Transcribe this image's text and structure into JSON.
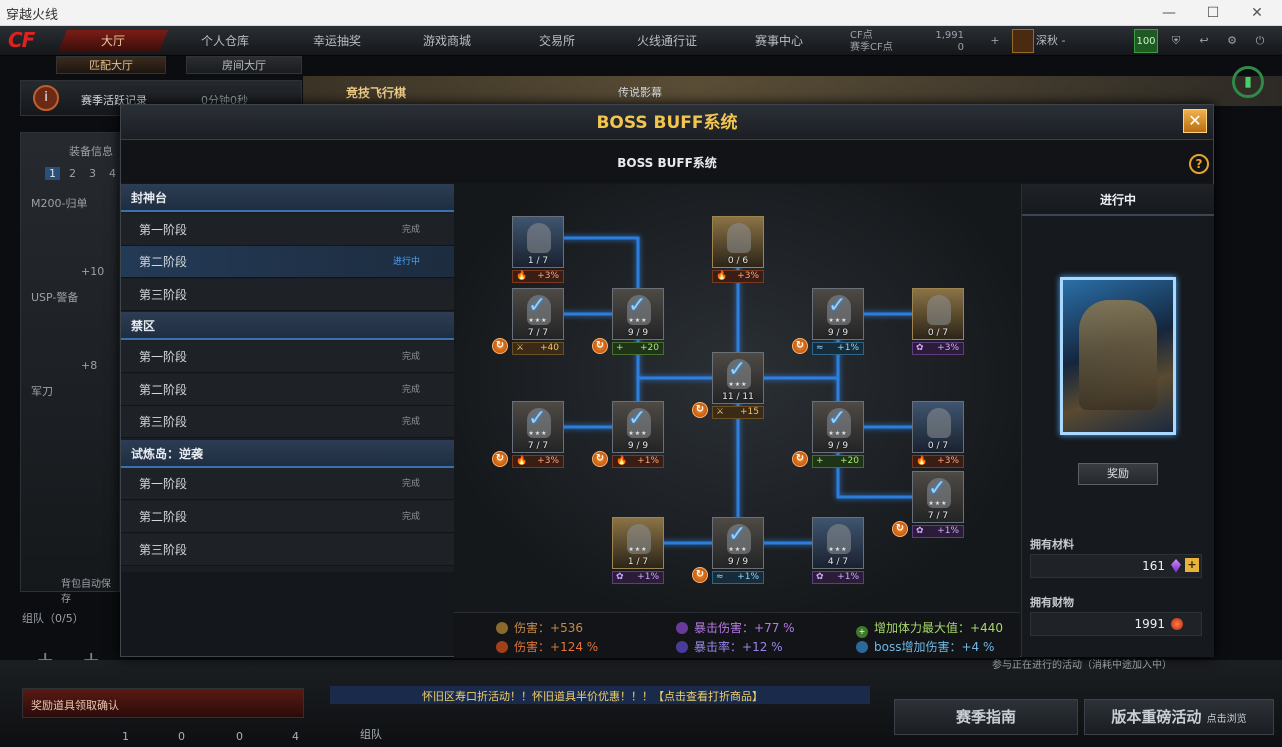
{
  "window": {
    "title": "穿越火线",
    "controls": [
      "—",
      "☐",
      "✕"
    ]
  },
  "topnav": {
    "logo_cf": "CF",
    "tabs": [
      "大厅",
      "个人仓库",
      "幸运抽奖",
      "游戏商城",
      "交易所",
      "火线通行证",
      "赛事中心"
    ],
    "active_tab": 0,
    "cf_label": "CF点",
    "cf_value": "1,991",
    "coupon_label": "赛季CF点",
    "coupon_value": "0",
    "rank_label": "深秋 -",
    "level_badge": "100"
  },
  "subtabs": [
    "匹配大厅",
    "房间大厅"
  ],
  "background": {
    "season_record": "赛季活跃记录",
    "season_time": "0分钟0秒",
    "event_banner": "竞技飞行棋",
    "legend_label": "传说影幕",
    "equip_info": "装备信息",
    "weapon_slots": [
      "1",
      "2",
      "3",
      "4"
    ],
    "weapons": [
      {
        "name": "M200-归单",
        "plus": "+10"
      },
      {
        "name": "USP-警备",
        "plus": "+8"
      },
      {
        "name": "军刀"
      }
    ],
    "auto_save": "背包自动保存",
    "team_label": "组队（0/5）",
    "claim_confirm": "奖励道具领取确认",
    "bottom_counts": [
      "1",
      "0",
      "0",
      "4"
    ],
    "ticker": "怀旧区寿口折活动！！怀旧道具半价优惠！！！【点击查看打折商品】",
    "team_chat": "组队",
    "queue_hint": "参与正在进行的活动（消耗中途加入中）",
    "guide_button": "赛季指南",
    "event_button": "版本重磅活动",
    "event_button_sub": "点击浏览"
  },
  "modal": {
    "title": "BOSS BUFF系统",
    "subtitle": "BOSS BUFF系统",
    "close": "✕",
    "help": "?",
    "groups": [
      {
        "name": "封神台",
        "stages": [
          {
            "label": "第一阶段",
            "status": "完成"
          },
          {
            "label": "第二阶段",
            "status": "进行中",
            "active": true
          },
          {
            "label": "第三阶段",
            "status": ""
          }
        ]
      },
      {
        "name": "禁区",
        "stages": [
          {
            "label": "第一阶段",
            "status": "完成"
          },
          {
            "label": "第二阶段",
            "status": "完成"
          },
          {
            "label": "第三阶段",
            "status": "完成"
          }
        ]
      },
      {
        "name": "试炼岛：逆袭",
        "stages": [
          {
            "label": "第一阶段",
            "status": "完成"
          },
          {
            "label": "第二阶段",
            "status": "完成"
          },
          {
            "label": "第三阶段",
            "status": ""
          }
        ]
      }
    ],
    "nodes": [
      {
        "id": "n1",
        "progress": "1 / 7",
        "bonus": "+3%",
        "bonus_type": "red",
        "check": false,
        "refresh": false,
        "stars": "",
        "tone": "blue"
      },
      {
        "id": "n2",
        "progress": "0 / 6",
        "bonus": "+3%",
        "bonus_type": "red",
        "check": false,
        "refresh": false,
        "stars": "",
        "tone": "gold"
      },
      {
        "id": "n3",
        "progress": "7 / 7",
        "bonus": "+40",
        "bonus_type": "",
        "check": true,
        "refresh": true,
        "stars": "★★★",
        "tone": ""
      },
      {
        "id": "n4",
        "progress": "9 / 9",
        "bonus": "+20",
        "bonus_type": "green",
        "check": true,
        "refresh": true,
        "stars": "★★★",
        "tone": ""
      },
      {
        "id": "n5",
        "progress": "9 / 9",
        "bonus": "+1%",
        "bonus_type": "cyan",
        "check": true,
        "refresh": true,
        "stars": "★★★",
        "tone": ""
      },
      {
        "id": "n6",
        "progress": "0 / 7",
        "bonus": "+3%",
        "bonus_type": "purple",
        "check": false,
        "refresh": false,
        "stars": "",
        "tone": "gold"
      },
      {
        "id": "n7",
        "progress": "11 / 11",
        "bonus": "+15",
        "bonus_type": "",
        "check": true,
        "refresh": true,
        "stars": "★★★",
        "tone": ""
      },
      {
        "id": "n8",
        "progress": "7 / 7",
        "bonus": "+3%",
        "bonus_type": "red",
        "check": true,
        "refresh": true,
        "stars": "★★★",
        "tone": ""
      },
      {
        "id": "n9",
        "progress": "9 / 9",
        "bonus": "+1%",
        "bonus_type": "red",
        "check": true,
        "refresh": true,
        "stars": "★★★",
        "tone": ""
      },
      {
        "id": "n10",
        "progress": "9 / 9",
        "bonus": "+20",
        "bonus_type": "green",
        "check": true,
        "refresh": true,
        "stars": "★★★",
        "tone": ""
      },
      {
        "id": "n11",
        "progress": "0 / 7",
        "bonus": "+3%",
        "bonus_type": "red",
        "check": false,
        "refresh": false,
        "stars": "",
        "tone": "blue"
      },
      {
        "id": "n12",
        "progress": "7 / 7",
        "bonus": "+1%",
        "bonus_type": "purple",
        "check": true,
        "refresh": true,
        "stars": "★★★",
        "tone": ""
      },
      {
        "id": "n13",
        "progress": "1 / 7",
        "bonus": "+1%",
        "bonus_type": "purple",
        "check": false,
        "refresh": false,
        "stars": "★★★",
        "tone": "gold"
      },
      {
        "id": "n14",
        "progress": "9 / 9",
        "bonus": "+1%",
        "bonus_type": "cyan",
        "check": true,
        "refresh": true,
        "stars": "★★★",
        "tone": ""
      },
      {
        "id": "n15",
        "progress": "4 / 7",
        "bonus": "+1%",
        "bonus_type": "purple",
        "check": false,
        "refresh": false,
        "stars": "★★★",
        "tone": "blue"
      }
    ],
    "stats": [
      {
        "label": "伤害：",
        "value": "+536",
        "color": "#d9a24a",
        "icon": "sword-icon"
      },
      {
        "label": "暴击伤害：",
        "value": "+77 %",
        "color": "#b57ae6",
        "icon": "lotus-icon"
      },
      {
        "label": "增加体力最大值：",
        "value": "+440",
        "color": "#a6d86a",
        "icon": "plus-icon"
      },
      {
        "label": "伤害：",
        "value": "+124 %",
        "color": "#e0743a",
        "icon": "flame-icon"
      },
      {
        "label": "暴击率：",
        "value": "+12 %",
        "color": "#9a86e8",
        "icon": "crit-icon"
      },
      {
        "label": "boss增加伤害：",
        "value": "+4 %",
        "color": "#6fb8e6",
        "icon": "wings-icon"
      }
    ],
    "right": {
      "status": "进行中",
      "reward_button": "奖励",
      "material_label": "拥有材料",
      "material_value": "161",
      "wealth_label": "拥有财物",
      "wealth_value": "1991"
    }
  }
}
